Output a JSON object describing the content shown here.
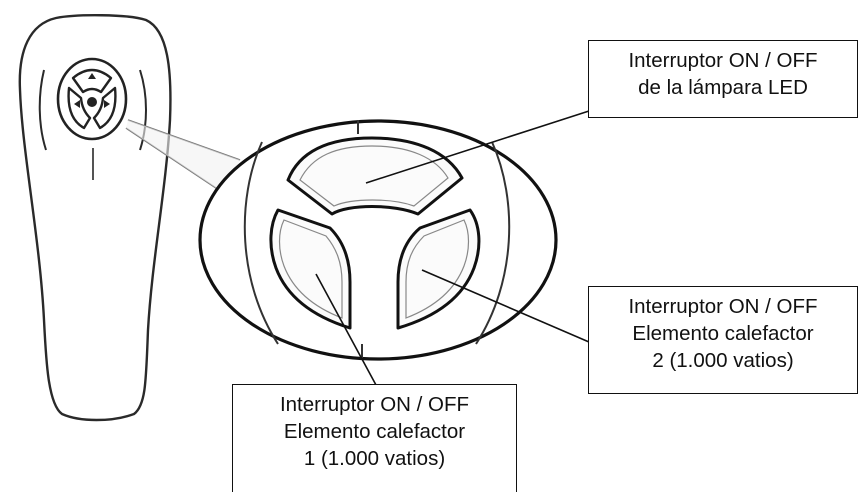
{
  "callouts": {
    "led_switch": {
      "lines": [
        "Interruptor ON / OFF",
        "de la lámpara LED"
      ]
    },
    "heater_2_switch": {
      "lines": [
        "Interruptor ON / OFF",
        "Elemento calefactor",
        "2 (1.000 vatios)"
      ]
    },
    "heater_1_switch": {
      "lines": [
        "Interruptor ON / OFF",
        "Elemento calefactor",
        "1 (1.000 vatios)"
      ]
    }
  }
}
